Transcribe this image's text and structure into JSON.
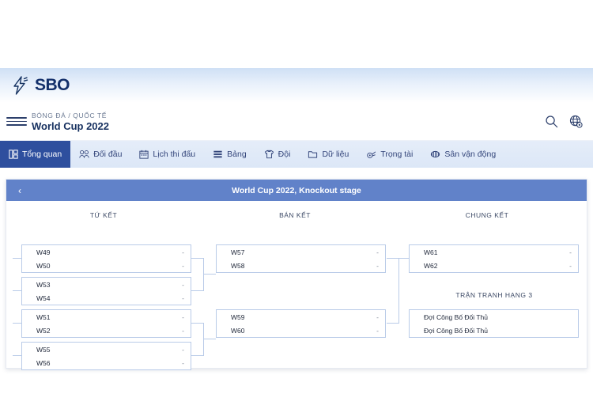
{
  "brand": {
    "name": "SBO",
    "logo_icon": "sbo-lightning-logo"
  },
  "header": {
    "menu_icon": "hamburger-menu-icon",
    "breadcrumb": "BÓNG ĐÁ / QUỐC TẾ",
    "title": "World Cup 2022",
    "search_icon": "search-icon",
    "globe_settings_icon": "globe-settings-icon"
  },
  "tabs": [
    {
      "label": "Tổng quan",
      "icon": "overview-grid-icon",
      "active": true
    },
    {
      "label": "Đối đầu",
      "icon": "head-to-head-icon",
      "active": false
    },
    {
      "label": "Lịch thi đấu",
      "icon": "calendar-icon",
      "active": false
    },
    {
      "label": "Bảng",
      "icon": "table-rows-icon",
      "active": false
    },
    {
      "label": "Đội",
      "icon": "jersey-icon",
      "active": false
    },
    {
      "label": "Dữ liệu",
      "icon": "folder-icon",
      "active": false
    },
    {
      "label": "Trọng tài",
      "icon": "whistle-icon",
      "active": false
    },
    {
      "label": "Sân vận động",
      "icon": "stadium-icon",
      "active": false
    }
  ],
  "card": {
    "back_icon": "chevron-left-icon",
    "title": "World Cup 2022, Knockout stage"
  },
  "bracket": {
    "round_labels": {
      "quarter": "TỨ KẾT",
      "semi": "BÁN KẾT",
      "final": "CHUNG KẾT",
      "third_place": "TRẬN TRANH HẠNG 3"
    },
    "quarterfinals": [
      {
        "home": "W49",
        "away": "W50",
        "home_score": "-",
        "away_score": "-"
      },
      {
        "home": "W53",
        "away": "W54",
        "home_score": "-",
        "away_score": "-"
      },
      {
        "home": "W51",
        "away": "W52",
        "home_score": "-",
        "away_score": "-"
      },
      {
        "home": "W55",
        "away": "W56",
        "home_score": "-",
        "away_score": "-"
      }
    ],
    "semifinals": [
      {
        "home": "W57",
        "away": "W58",
        "home_score": "-",
        "away_score": "-"
      },
      {
        "home": "W59",
        "away": "W60",
        "home_score": "-",
        "away_score": "-"
      }
    ],
    "final": {
      "home": "W61",
      "away": "W62",
      "home_score": "-",
      "away_score": "-"
    },
    "third_place_match": {
      "home": "Đợi Công Bố Đối Thủ",
      "away": "Đợi Công Bố Đối Thủ",
      "home_score": "",
      "away_score": ""
    }
  },
  "colors": {
    "brand_navy": "#13305f",
    "tab_active": "#2e4f9e",
    "card_header": "#6182c9",
    "box_border": "#b9cbe8"
  }
}
